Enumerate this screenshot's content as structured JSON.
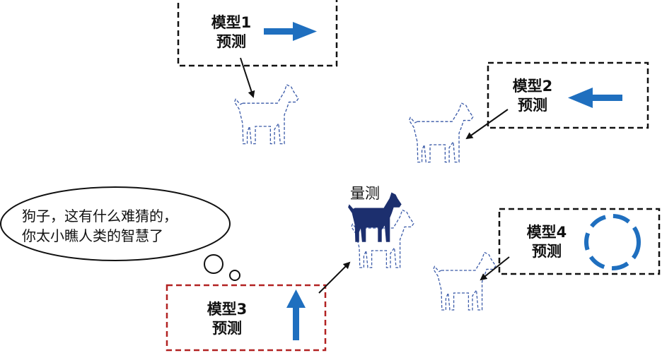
{
  "models": [
    {
      "name": "模型1",
      "action": "预测",
      "arrow": "right"
    },
    {
      "name": "模型2",
      "action": "预测",
      "arrow": "left"
    },
    {
      "name": "模型3",
      "action": "预测",
      "arrow": "up"
    },
    {
      "name": "模型4",
      "action": "预测",
      "arrow": "circle"
    }
  ],
  "measurement": {
    "label": "量测"
  },
  "thought": {
    "line1": "狗子，这有什么难猜的，",
    "line2": "你太小瞧人类的智慧了"
  },
  "colors": {
    "arrow_blue": "#1f6fbf",
    "dog_dashed": "#3a5aa8",
    "dog_solid": "#1c2f6e",
    "box_black": "#111111",
    "box_red": "#b22222"
  }
}
